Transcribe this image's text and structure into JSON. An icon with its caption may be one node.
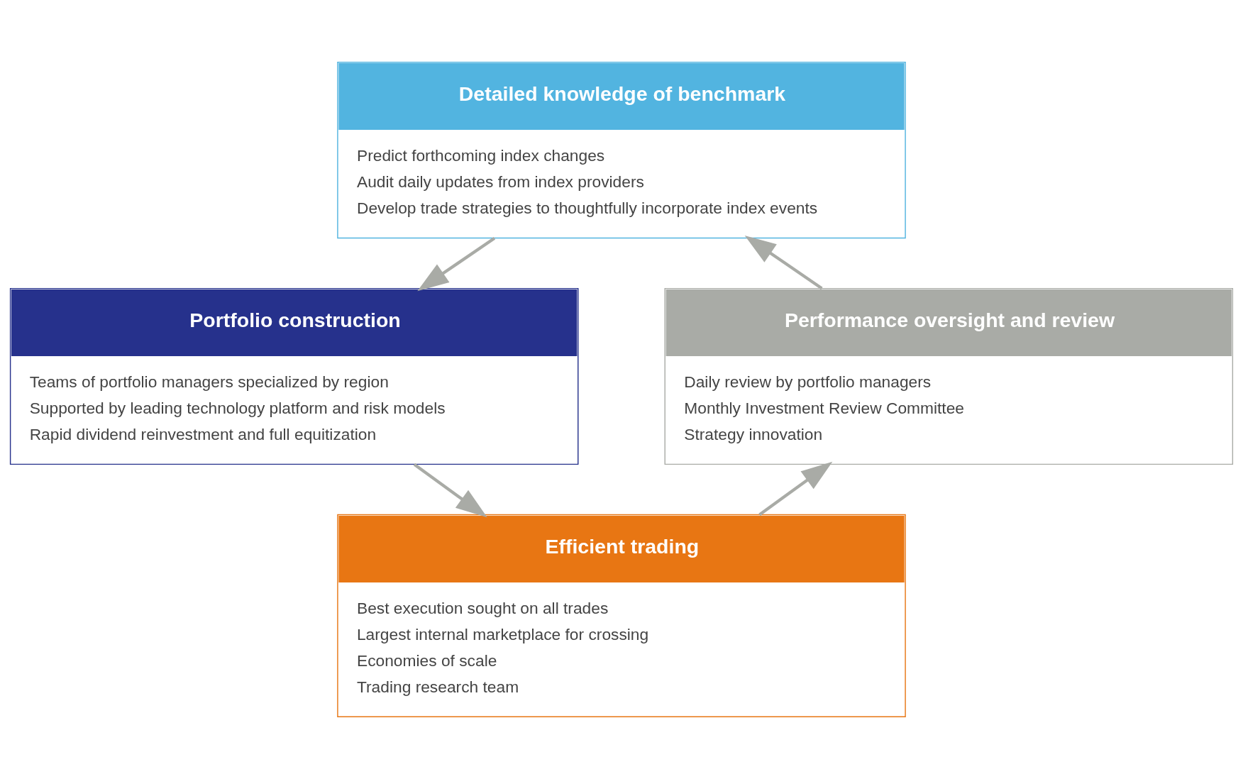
{
  "diagram": {
    "nodes": [
      {
        "text": [
          "Detailed knowledge of benchmark",
          "Predict forthcoming index changes",
          "Audit daily updates from index providers",
          "Develop trade strategies to thoughtfully incorporate index events"
        ]
      },
      {
        "text": [
          "Portfolio construction",
          "Teams of portfolio managers specialized by region",
          "Supported by leading technology platform and risk models",
          "Rapid dividend reinvestment and full equitization"
        ]
      },
      {
        "text": [
          "Efficient trading",
          "Best execution sought on all trades",
          "Largest internal marketplace for crossing",
          "Economies of scale",
          "Trading research team"
        ]
      },
      {
        "text": [
          "Performance oversight and review",
          "Daily review by portfolio managers",
          "Monthly Investment Review Committee",
          "Strategy innovation"
        ]
      }
    ],
    "edges": [
      {
        "from": 0,
        "to": 1,
        "arrow": "to"
      },
      {
        "from": 1,
        "to": 2,
        "arrow": "to"
      },
      {
        "from": 2,
        "to": 3,
        "arrow": "to"
      },
      {
        "from": 3,
        "to": 0,
        "arrow": "to"
      }
    ]
  }
}
